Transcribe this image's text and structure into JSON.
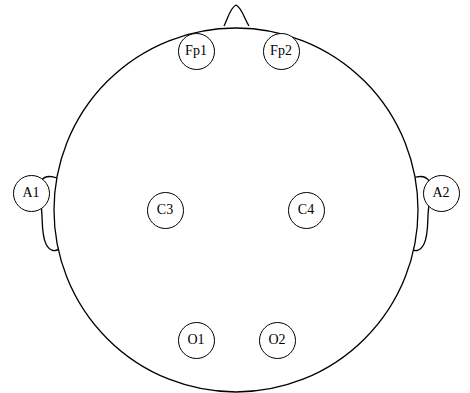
{
  "diagram": {
    "nodes": [
      {
        "text": [
          "Fp1"
        ]
      },
      {
        "text": [
          "Fp2"
        ]
      },
      {
        "text": [
          "A1"
        ]
      },
      {
        "text": [
          "C3"
        ]
      },
      {
        "text": [
          "C4"
        ]
      },
      {
        "text": [
          "A2"
        ]
      },
      {
        "text": [
          "O1"
        ]
      },
      {
        "text": [
          "O2"
        ]
      }
    ]
  }
}
